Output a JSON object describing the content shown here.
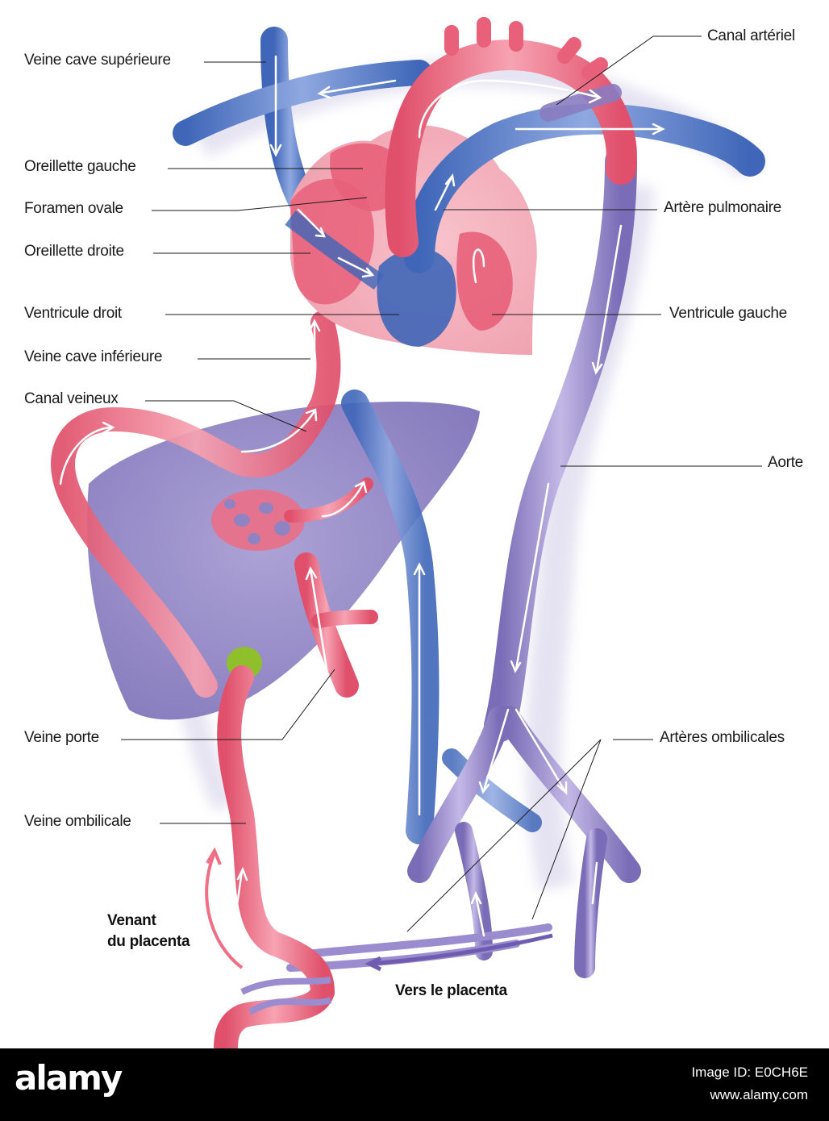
{
  "labels": {
    "veine_cave_superieure": "Veine cave supérieure",
    "oreillette_gauche": "Oreillette  gauche",
    "foramen_ovale": "Foramen ovale",
    "oreillette_droite": "Oreillette droite",
    "ventricule_droit": "Ventricule droit",
    "veine_cave_inferieure": "Veine cave inférieure",
    "canal_veineux": "Canal veineux",
    "veine_porte": "Veine porte",
    "veine_ombilicale": "Veine ombilicale",
    "canal_arteriel": "Canal artériel",
    "artere_pulmonaire": "Artère pulmonaire",
    "ventricule_gauche": "Ventricule gauche",
    "aorte": "Aorte",
    "arteres_ombilicales": "Artères ombilicales"
  },
  "flow_labels": {
    "venant_line1": "Venant",
    "venant_line2": "du placenta",
    "vers": "Vers le placenta"
  },
  "footer": {
    "logo": "alamy",
    "image_id": "Image ID: E0CH6E",
    "url": "www.alamy.com"
  },
  "colors": {
    "oxygenated": "#e8607a",
    "deoxygenated": "#5a7cc8",
    "mixed": "#8a7cc0",
    "liver": "#8f83c4",
    "gallbladder": "#8fbf2a",
    "heart": "#f2a0ae",
    "footer_bg": "#000000"
  }
}
